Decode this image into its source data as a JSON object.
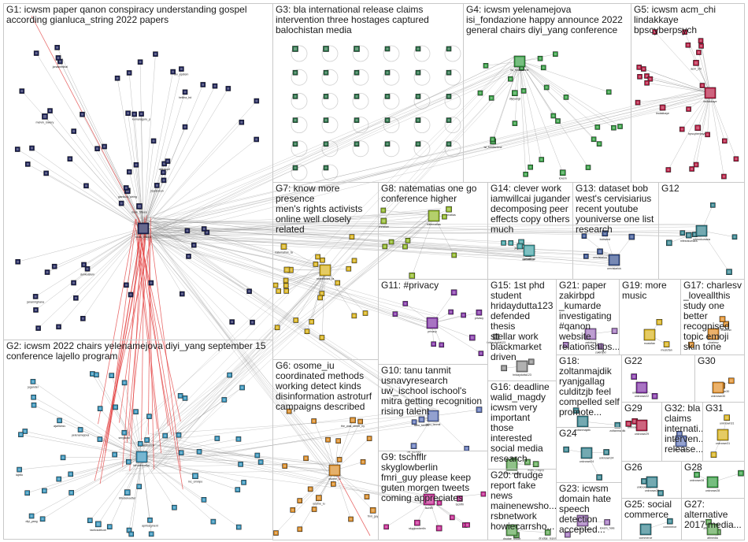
{
  "groups": [
    {
      "id": "G1",
      "label": "G1: icwsm paper qanon conspiracy understanding gospel\naccording gianluca_string 2022 papers"
    },
    {
      "id": "G2",
      "label": "G2: icwsm 2022 chairs yelenamejova diyi_yang september 15\nconference lajello program"
    },
    {
      "id": "G3",
      "label": "G3: bla international release claims\nintervention three hostages captured\nbalochistan media"
    },
    {
      "id": "G4",
      "label": "G4: icwsm yelenamejova\nisi_fondazione happy announce 2022\ngeneral chairs diyi_yang conference"
    },
    {
      "id": "G5",
      "label": "G5: icwsm acm_chi\nlindakkaye bpscyberpsych"
    },
    {
      "id": "G6",
      "label": "G6: osome_iu\ncoordinated methods\nworking detect kinds\ndisinformation astroturf\ncampaigns described"
    },
    {
      "id": "G7",
      "label": "G7: know more presence\nmen's rights activists\nonline well closely\nrelated"
    },
    {
      "id": "G8",
      "label": "G8: natematias one go\nconference higher"
    },
    {
      "id": "G9",
      "label": "G9: tschfflr skyglowberlin\nfmri_guy please keep\nguten morgen tweets\ncoming appreciates"
    },
    {
      "id": "G10",
      "label": "G10: tanu tanmit\nusnavyresearch\nuw_ischool ischool's\nmitra getting recognition\nrising talent"
    },
    {
      "id": "G11",
      "label": "G11: #privacy"
    },
    {
      "id": "G12",
      "label": "G12"
    },
    {
      "id": "G13",
      "label": "G13: dataset bob\nwest's cervisiarius\nrecent youtube\nyouniverse one list\nresearch"
    },
    {
      "id": "G14",
      "label": "G14: clever work\niamwillcai jugander\ndecomposing peer\neffects copy others\nmuch"
    },
    {
      "id": "G15",
      "label": "G15: 1st phd\nstudent\nhridaydutta123\ndefended thesis\nstellar work\nblackmarket\ndriven"
    },
    {
      "id": "G16",
      "label": "G16: deadline\nwalid_magdy\nicwsm very\nimportant those\ninterested\nsocial media\nresearch"
    },
    {
      "id": "G17",
      "label": "G17: charlesv\n_loveallthis\nstudy one\nbetter\nrecognised\ntopic emoji\nskin tone"
    },
    {
      "id": "G18",
      "label": "G18:\nzoltanmajdik\nryanjgallag\nculditzjb feel\ncompelled self\npromote..."
    },
    {
      "id": "G19",
      "label": "G19: more\nmusic"
    },
    {
      "id": "G20",
      "label": "G20: drudge\nreport fake\nnews\nmainenewsho...\nrsbnetwork\nhowiecarrsho..."
    },
    {
      "id": "G21",
      "label": "G21: paper\nzakirbpd\n_kumarde\ninvestigating\n#qanon\nwebsite\nrelationships..."
    },
    {
      "id": "G22",
      "label": "G22"
    },
    {
      "id": "G23",
      "label": "G23: icwsm\ndomain hate\nspeech\ndetection\naccepted..."
    },
    {
      "id": "G24",
      "label": "G24"
    },
    {
      "id": "G25",
      "label": "G25: social\ncommerce"
    },
    {
      "id": "G26",
      "label": "G26"
    },
    {
      "id": "G27",
      "label": "G27:\nalternative\n2017 media..."
    },
    {
      "id": "G28",
      "label": "G28"
    },
    {
      "id": "G29",
      "label": "G29"
    },
    {
      "id": "G30",
      "label": "G30"
    },
    {
      "id": "G31",
      "label": "G31"
    },
    {
      "id": "G32",
      "label": "G32: bla\nclaims\ninternati...\ninterven...\nrelease..."
    }
  ],
  "node_labels": {
    "g1": [
      "mark_fifteen",
      "melvin_lowery",
      "gianluca_string",
      "janamirghana",
      "cfermouf",
      "dunkelstein",
      "ziv_epstein",
      "kumaraguru_p",
      "hellina_hd",
      "jnpeterson",
      "jonasnedbal"
    ],
    "g2": [
      "bfrudekoetter",
      "tacticsdeluxe",
      "mc_omnipo",
      "yelenamejova",
      "diyi_yang",
      "jugander",
      "ajwilkinsv",
      "lajello",
      "sergiodrc",
      "aprilsegment",
      "lanaxbusch"
    ],
    "g4": [
      "isi_fondazione",
      "icwsm",
      "diyiyangt"
    ],
    "g5": [
      "lindakkaye",
      "acm_chi",
      "bpscyberpsych"
    ],
    "g6": [
      "osome_iu",
      "the_wall_street_ny",
      "fmri_guy"
    ],
    "g7": [
      "natematias_ta"
    ],
    "g8": [
      "natematias",
      "christian"
    ],
    "g9": [
      "tschfflr",
      "skyglowberlin"
    ],
    "g10": [
      "tanu_tanmit",
      "uw_ischool"
    ],
    "g11": [
      "privacy"
    ],
    "g12": [
      "mfesnkumara"
    ],
    "g13": [
      "cervisiarius",
      "bobwest"
    ],
    "g14": [
      "iamwillcai",
      "jugander_t"
    ],
    "g15": [
      "hridaydutta123"
    ],
    "g16": [
      "walid_magdy"
    ],
    "g17": [
      "charlesv"
    ],
    "g18": [
      "zoltanmajdik"
    ],
    "g19": [
      "musicfan"
    ],
    "g20": [
      "drudge_report"
    ],
    "g21": [
      "zakirbpd"
    ],
    "g22": [
      "unknown22"
    ],
    "g23": [
      "icwsm_hate"
    ],
    "g24": [
      "unknown24"
    ],
    "g25": [
      "commerce"
    ],
    "g26": [
      "unknown26"
    ],
    "g27": [
      "altmedia"
    ],
    "g28": [
      "unknown28"
    ],
    "g29": [
      "unknown29"
    ],
    "g30": [
      "unknown30"
    ],
    "g31": [
      "unknown31"
    ],
    "g32": [
      "bla_claims"
    ]
  },
  "colors": {
    "edge": "#8c8c8c",
    "edge_red": "#e23b3b",
    "border": "#c9c9c9",
    "g1": "#151a52",
    "g2": "#2e8fb8",
    "g3": "#1f6b3f",
    "g4": "#2d9a3b",
    "g5": "#b3123a",
    "g6": "#d8861c",
    "g7": "#d8b012",
    "g8": "#8cb51e",
    "g9": "#c21e8c",
    "g10": "#5a6fb5",
    "g11": "#7a2aa1",
    "g12": "#2a7c88",
    "g13": "#2f4a8c",
    "g14": "#3a9fa1",
    "g15": "#888888",
    "g16": "#55a24b",
    "g17": "#e0891e",
    "g18": "#9a6bb8"
  }
}
